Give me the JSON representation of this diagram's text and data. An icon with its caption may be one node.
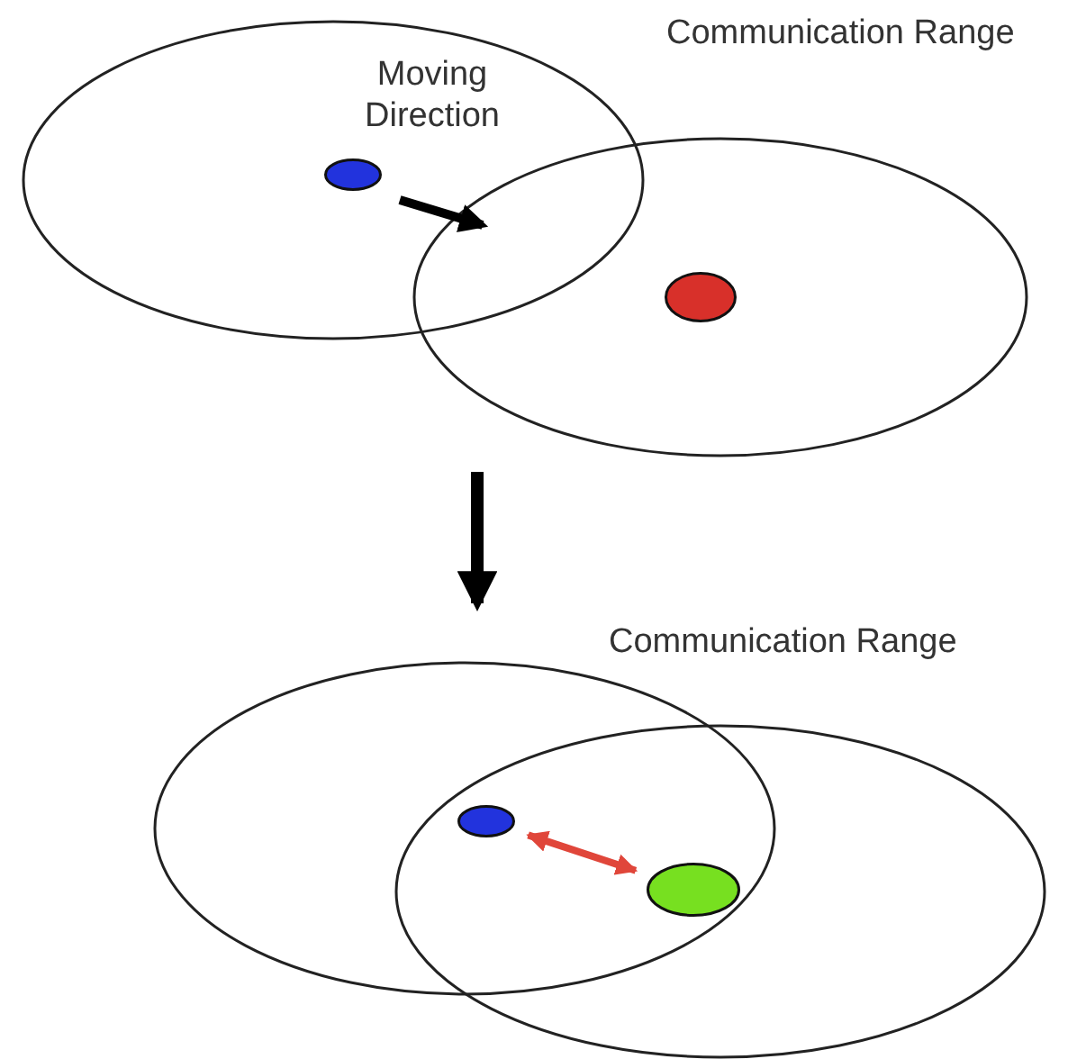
{
  "diagram": {
    "nodes": [
      {
        "text": [],
        "shape": "ellipse"
      },
      {
        "text": [],
        "shape": "ellipse"
      },
      {
        "text": [],
        "shape": "ellipse"
      },
      {
        "text": [],
        "shape": "ellipse"
      }
    ],
    "edges": [
      {
        "from": 2,
        "to": 3,
        "arrow": "both",
        "color": "#e0463a"
      }
    ],
    "labels": [
      "Communication Range",
      "Moving Direction",
      "Communication Range"
    ]
  }
}
